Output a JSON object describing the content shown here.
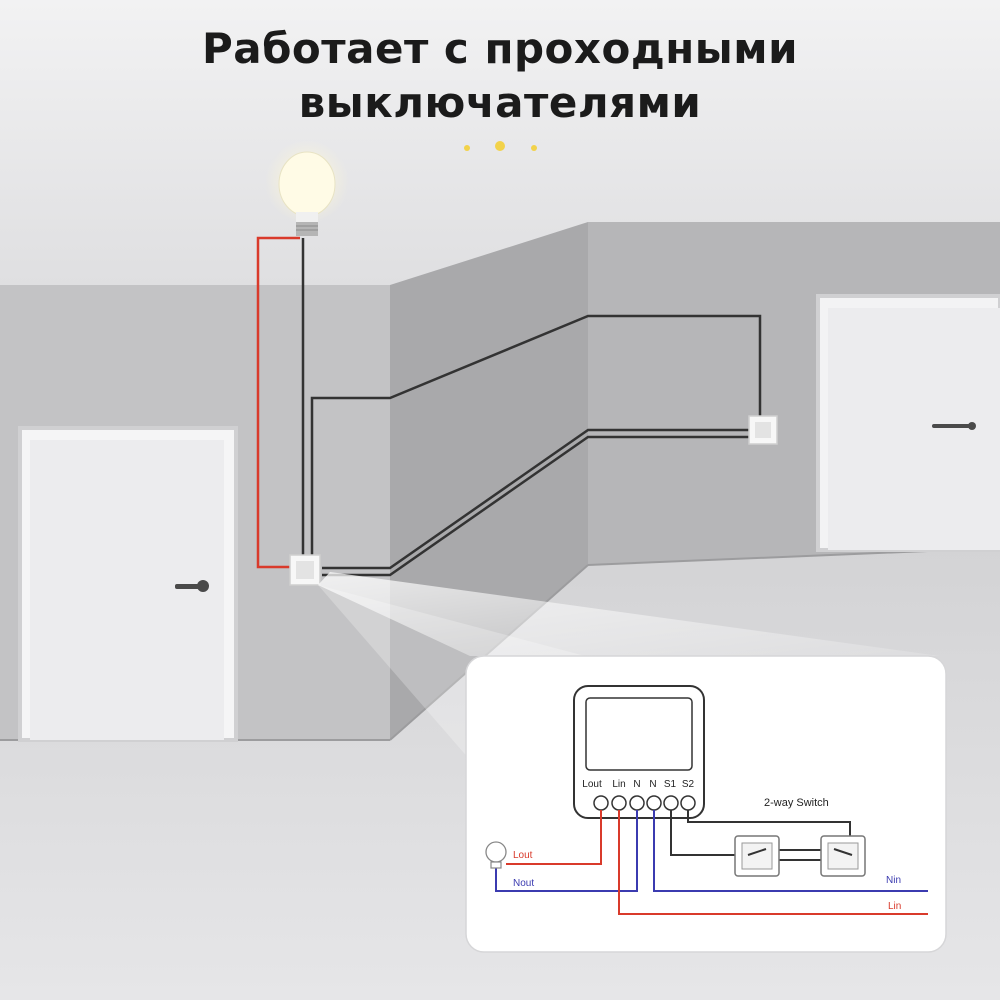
{
  "title": {
    "line1": "Работает с проходными",
    "line2": "выключателями"
  },
  "scene": {
    "wall_color": "#b9b9bb",
    "floor_color": "#cfcfd1",
    "ceiling_color": "#e4e4e6",
    "live_wire_color": "#d93a2b",
    "neutral_wire_color": "#3b3bb0",
    "signal_wire_color": "#333333"
  },
  "diagram": {
    "terminals": [
      "Lout",
      "Lin",
      "N",
      "N",
      "S1",
      "S2"
    ],
    "switch_label": "2-way Switch",
    "wires": {
      "lout": "Lout",
      "nout": "Nout",
      "nin": "Nin",
      "lin": "Lin"
    }
  }
}
